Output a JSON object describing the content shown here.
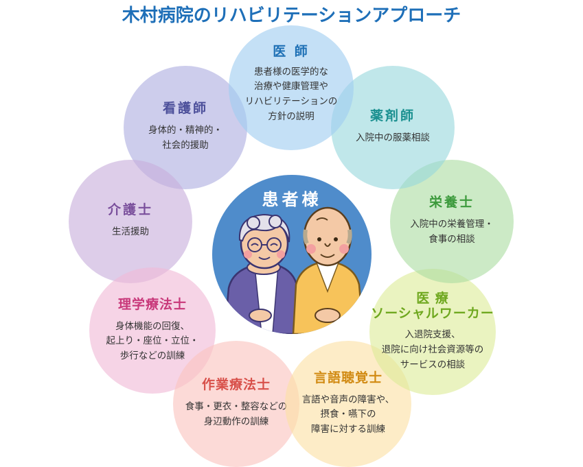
{
  "title": "木村病院のリハビリテーションアプローチ",
  "center": {
    "label": "患者様"
  },
  "roles": {
    "doctor": {
      "name": "医 師",
      "desc": "患者様の医学的な\n治療や健康管理や\nリハビリテーションの\n方針の説明"
    },
    "pharmacist": {
      "name": "薬剤師",
      "desc": "入院中の服薬相談"
    },
    "nutrition": {
      "name": "栄養士",
      "desc": "入院中の栄養管理・\n食事の相談"
    },
    "msw": {
      "name": "医 療\nソーシャルワーカー",
      "desc": "入退院支援、\n退院に向け社会資源等の\nサービスの相談"
    },
    "st": {
      "name": "言語聴覚士",
      "desc": "言語や音声の障害や、\n摂食・嚥下の\n障害に対する訓練"
    },
    "ot": {
      "name": "作業療法士",
      "desc": "食事・更衣・整容などの\n身辺動作の訓練"
    },
    "pt": {
      "name": "理学療法士",
      "desc": "身体機能の回復、\n起上り・座位・立位・\n歩行などの訓練"
    },
    "care": {
      "name": "介護士",
      "desc": "生活援助"
    },
    "nurse": {
      "name": "看護師",
      "desc": "身体的・精神的・\n社会的援助"
    }
  },
  "colors": {
    "title": "#1e6fb8",
    "patient_circle": "#4f8ccb"
  }
}
